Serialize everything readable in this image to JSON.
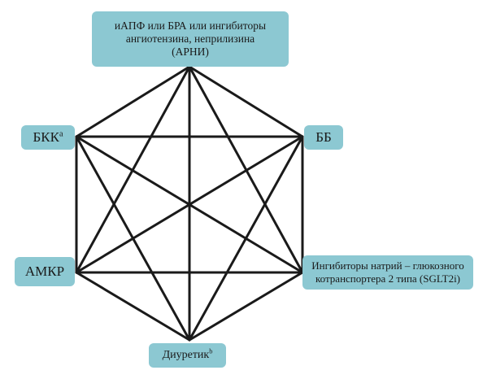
{
  "colors": {
    "node_fill": "#8cc8d2",
    "edge_stroke": "#1a1a1a",
    "text": "#1a1a1a"
  },
  "nodes": {
    "top": {
      "lines": [
        "иАПФ или БРА или ингибиторы",
        "ангиотензина, неприлизина",
        "(АРНИ)"
      ]
    },
    "upper_left": {
      "text": "БКК",
      "superscript": "a"
    },
    "upper_right": {
      "text": "ББ"
    },
    "lower_left": {
      "text": "АМКР"
    },
    "lower_right": {
      "lines": [
        "Ингибиторы натрий – глюкозного",
        "котранспортера 2 типа (SGLT2i)"
      ]
    },
    "bottom": {
      "text": "Диуретик",
      "superscript": "b"
    }
  },
  "edges": [
    [
      "top",
      "upper_left"
    ],
    [
      "top",
      "upper_right"
    ],
    [
      "top",
      "lower_left"
    ],
    [
      "top",
      "lower_right"
    ],
    [
      "top",
      "bottom"
    ],
    [
      "upper_left",
      "upper_right"
    ],
    [
      "upper_left",
      "lower_left"
    ],
    [
      "upper_left",
      "lower_right"
    ],
    [
      "upper_left",
      "bottom"
    ],
    [
      "upper_right",
      "lower_left"
    ],
    [
      "upper_right",
      "lower_right"
    ],
    [
      "upper_right",
      "bottom"
    ],
    [
      "lower_left",
      "lower_right"
    ],
    [
      "lower_left",
      "bottom"
    ],
    [
      "lower_right",
      "bottom"
    ]
  ]
}
